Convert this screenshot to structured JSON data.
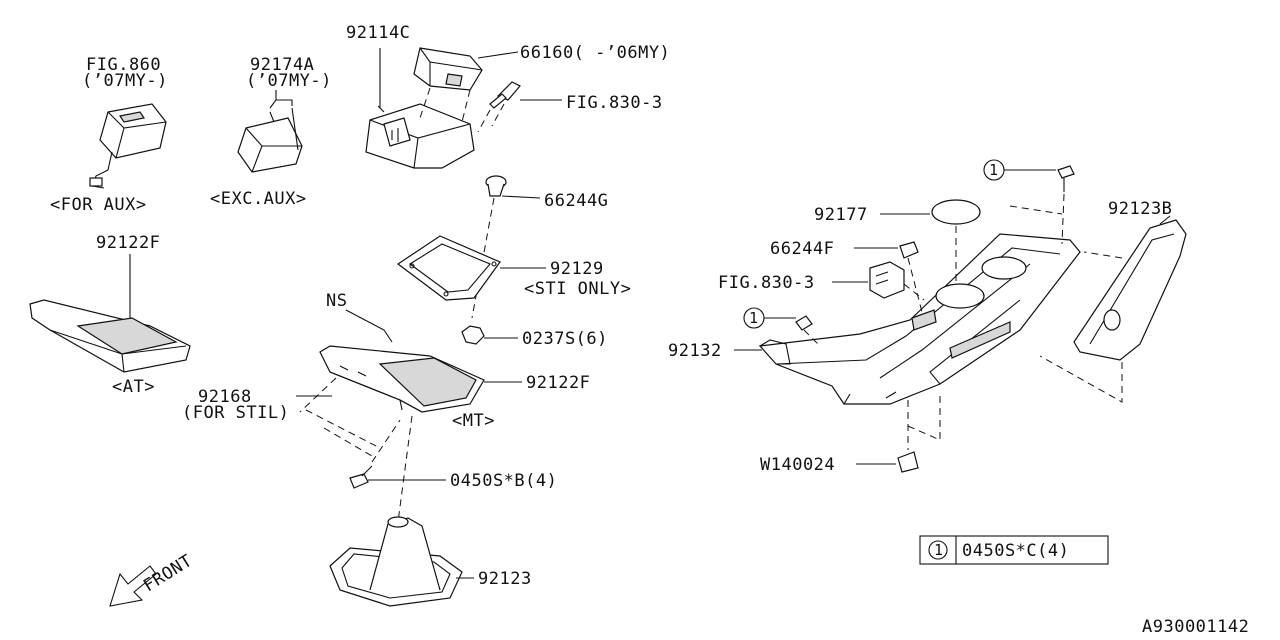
{
  "diagram": {
    "labels": {
      "fig860": "FIG.860",
      "my07_a": "(’07MY-)",
      "for_aux": "<FOR AUX>",
      "p92174a": "92174A",
      "my07_b": "(’07MY-)",
      "exc_aux": "<EXC.AUX>",
      "p92114c": "92114C",
      "p66160": "66160(  -’06MY)",
      "fig830_top": "FIG.830-3",
      "p66244g": "66244G",
      "p92129": "92129",
      "sti_only": "<STI ONLY>",
      "p0237s": "0237S(6)",
      "p92122f_left": "92122F",
      "at": "<AT>",
      "ns": "NS",
      "p92168": "92168",
      "for_stil": "(FOR STIL)",
      "p92122f_mid": "92122F",
      "mt": "<MT>",
      "p0450sb": "0450S*B(4)",
      "p92123": "92123",
      "front": "FRONT",
      "p92177": "92177",
      "p66244f": "66244F",
      "fig830_right": "FIG.830-3",
      "p92132": "92132",
      "p92123b": "92123B",
      "w140024": "W140024",
      "callout_a": "1",
      "callout_b": "1",
      "legend_num": "1",
      "legend_part": "0450S*C(4)",
      "code": "A930001142"
    }
  }
}
